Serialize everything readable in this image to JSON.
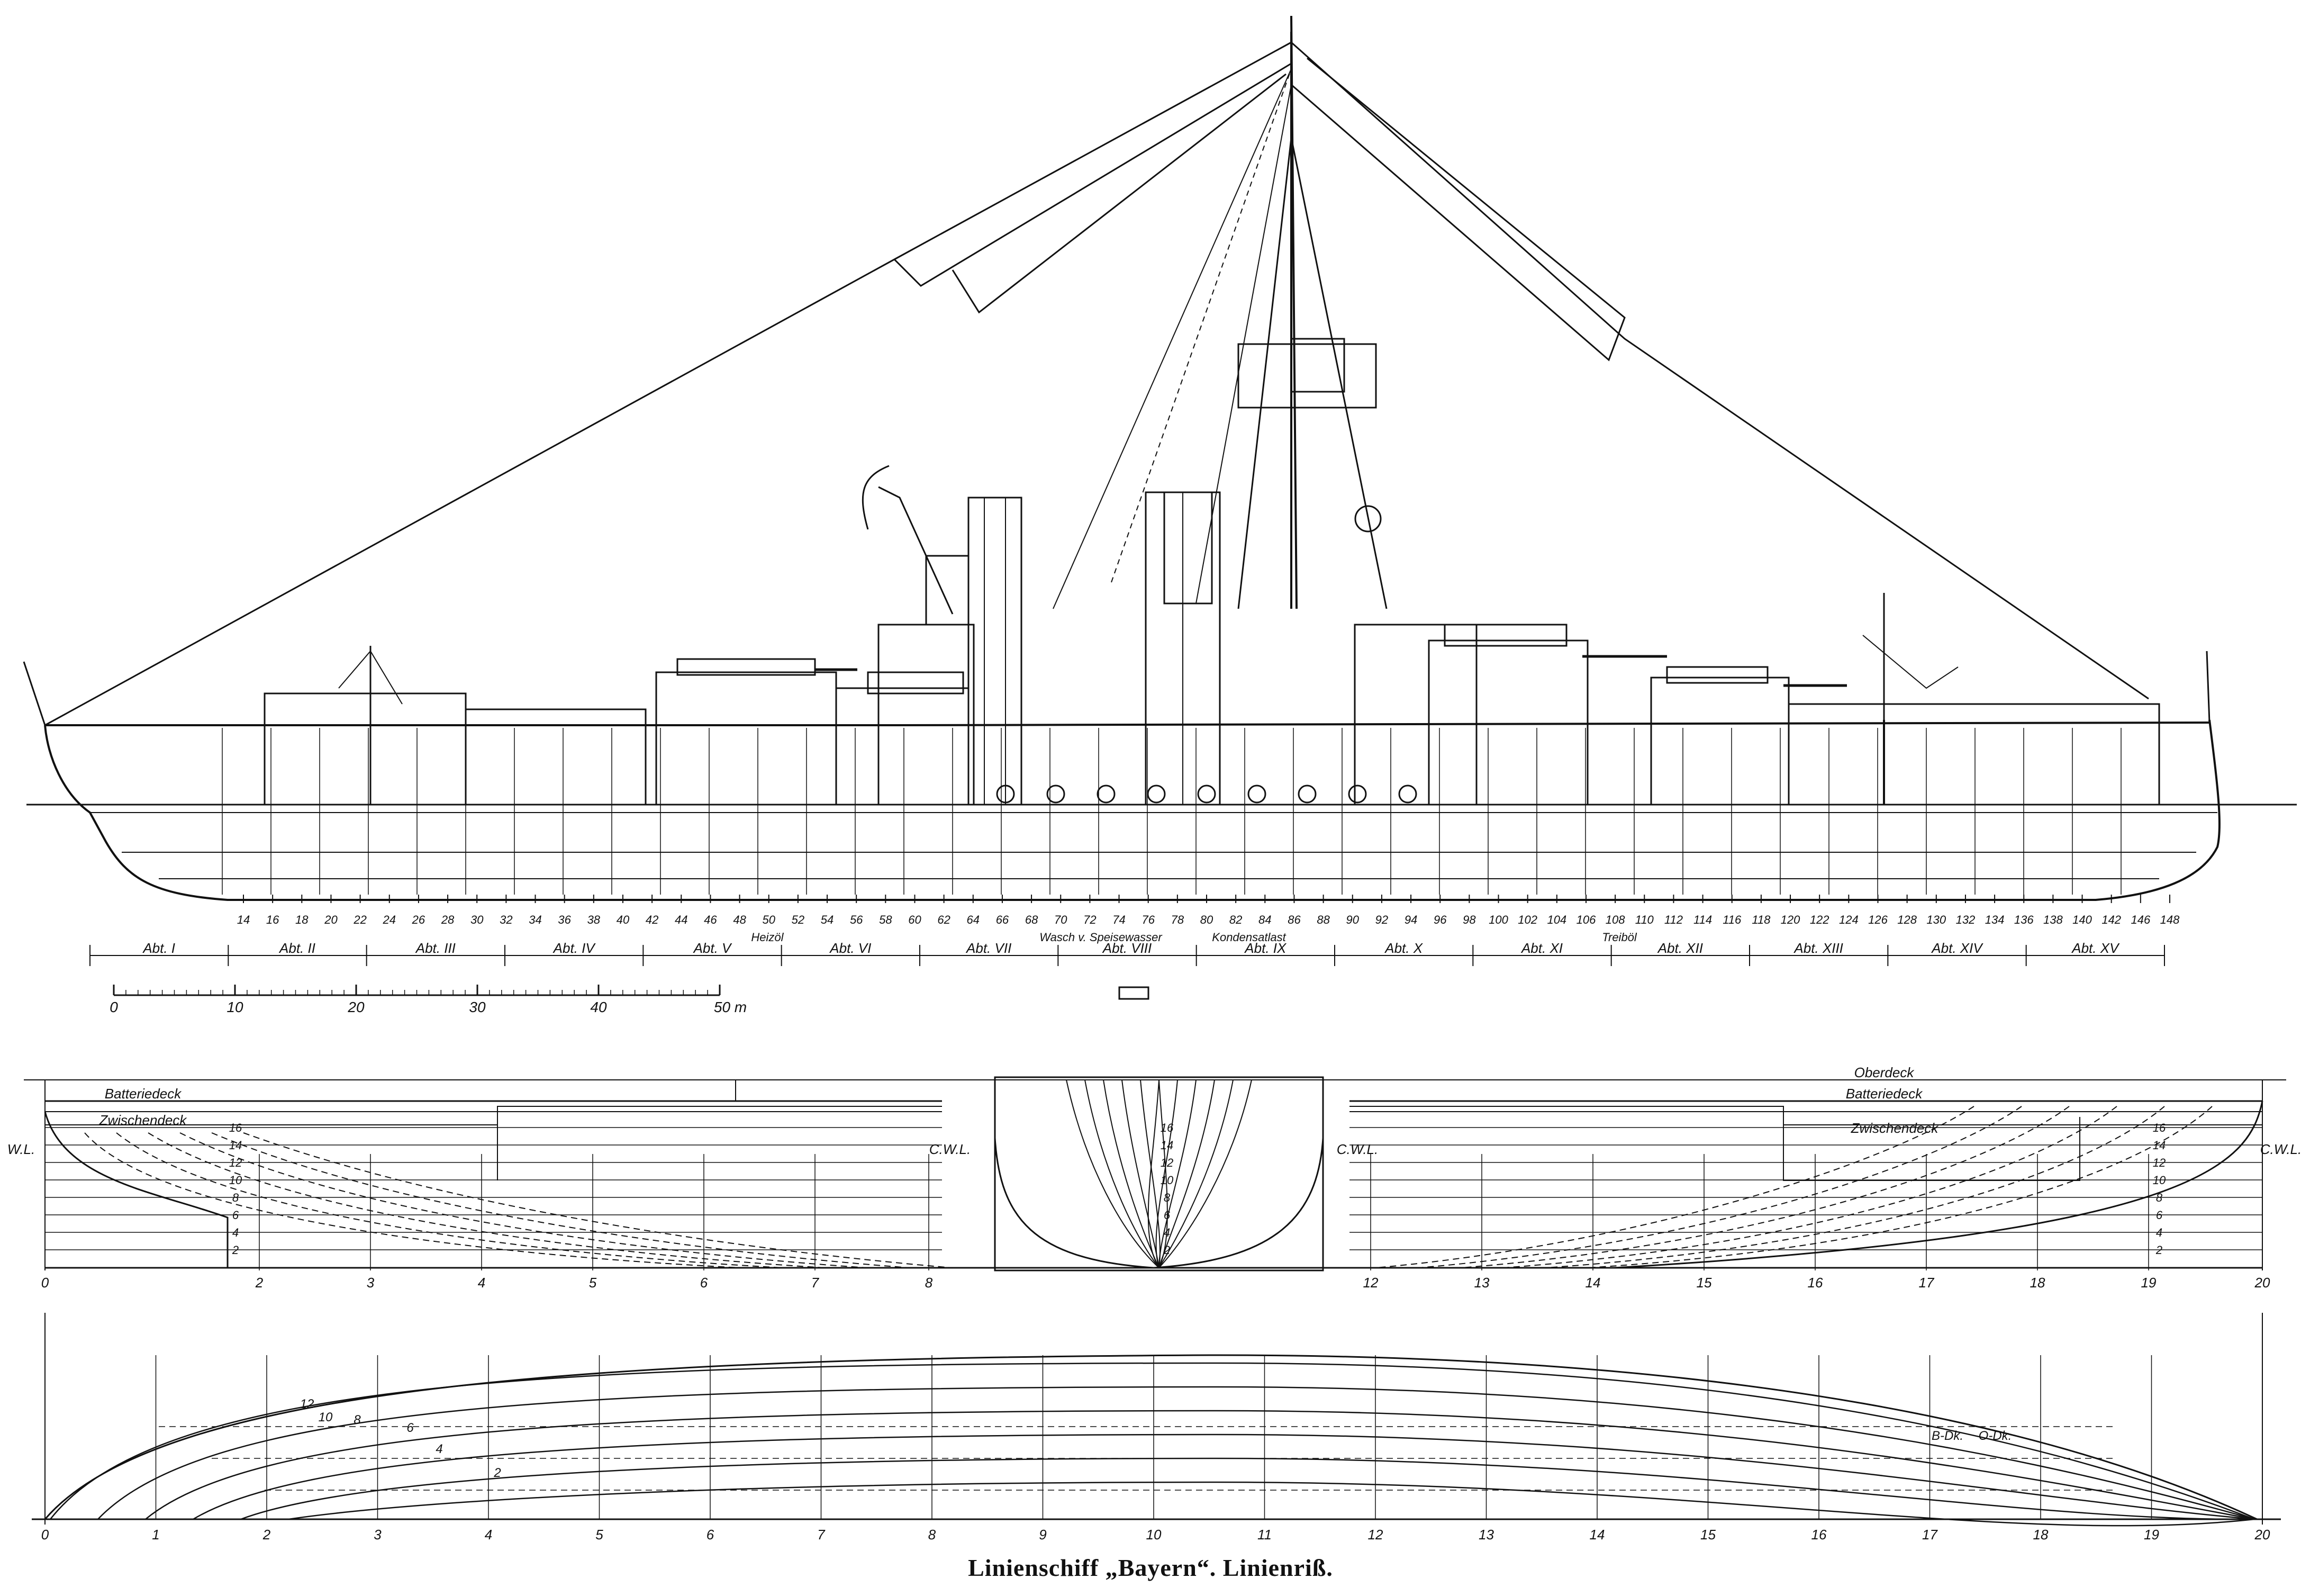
{
  "caption": "Linienschiff „Bayern“. Linienriß.",
  "profile": {
    "frame_numbers": [
      "14",
      "16",
      "18",
      "20",
      "22",
      "24",
      "26",
      "28",
      "30",
      "32",
      "34",
      "36",
      "38",
      "40",
      "42",
      "44",
      "46",
      "48",
      "50",
      "52",
      "54",
      "56",
      "58",
      "60",
      "62",
      "64",
      "66",
      "68",
      "70",
      "72",
      "74",
      "76",
      "78",
      "80",
      "82",
      "84",
      "86",
      "88",
      "90",
      "92",
      "94",
      "96",
      "98",
      "100",
      "102",
      "104",
      "106",
      "108",
      "110",
      "112",
      "114",
      "116",
      "118",
      "120",
      "122",
      "124",
      "126",
      "128",
      "130",
      "132",
      "134",
      "136",
      "138",
      "140",
      "142",
      "146",
      "148"
    ],
    "compartments": [
      "Abt. I",
      "Abt. II",
      "Abt. III",
      "Abt. IV",
      "Abt. V",
      "Abt. VI",
      "Abt. VII",
      "Abt. VIII",
      "Abt. IX",
      "Abt. X",
      "Abt. XI",
      "Abt. XII",
      "Abt. XIII",
      "Abt. XIV",
      "Abt. XV"
    ],
    "zone_labels": [
      "Heizöl",
      "Wasch v. Speisewasser",
      "Kondensatlast",
      "Treiböl"
    ],
    "scale_ticks": [
      "0",
      "10",
      "20",
      "30",
      "40",
      "50 m"
    ]
  },
  "body_plan": {
    "deck_labels": [
      "Oberdeck",
      "Batteriedeck",
      "Zwischendeck"
    ],
    "waterline_labels": [
      "W.L.",
      "C.W.L.",
      "C.W.L.",
      "C.W.L."
    ],
    "waterline_numbers": [
      "16",
      "14",
      "12",
      "10",
      "8",
      "6",
      "4",
      "2"
    ],
    "station_numbers": [
      "0",
      "2",
      "3",
      "4",
      "5",
      "6",
      "7",
      "8",
      "12",
      "13",
      "14",
      "15",
      "16",
      "17",
      "18",
      "19",
      "20"
    ]
  },
  "half_breadth": {
    "station_numbers": [
      "0",
      "1",
      "2",
      "3",
      "4",
      "5",
      "6",
      "7",
      "8",
      "9",
      "10",
      "11",
      "12",
      "13",
      "14",
      "15",
      "16",
      "17",
      "18",
      "19",
      "20"
    ],
    "curve_labels": [
      "12",
      "10",
      "8",
      "6",
      "4",
      "2",
      "B-Dk.",
      "O-Dk."
    ]
  },
  "colors": {
    "ink": "#111111",
    "paper": "#ffffff"
  }
}
